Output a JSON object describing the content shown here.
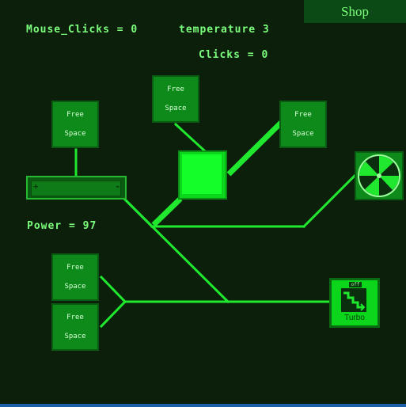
{
  "hud": {
    "mouse_clicks_label": "Mouse_Clicks = 0",
    "temperature_label": "temperature 3",
    "clicks_label": "Clicks = 0",
    "power_label": "Power = 97"
  },
  "shop": {
    "label": "Shop"
  },
  "slots": [
    {
      "line1": "Free",
      "line2": "Space"
    },
    {
      "line1": "Free",
      "line2": "Space"
    },
    {
      "line1": "Free",
      "line2": "Space"
    },
    {
      "line1": "Free",
      "line2": "Space"
    },
    {
      "line1": "Free",
      "line2": "Space"
    }
  ],
  "battery": {
    "plus": "+",
    "minus": "-",
    "charge_fraction": 0.97
  },
  "turbo": {
    "state": "off",
    "label": "Turbo",
    "icon": "stairs-icon"
  },
  "fan": {
    "icon": "fan-icon"
  },
  "colors": {
    "background": "#0b1f0b",
    "wire": "#1fe82e",
    "slot": "#0e8a1a",
    "core": "#14ff2a",
    "text": "#7cff7c"
  }
}
